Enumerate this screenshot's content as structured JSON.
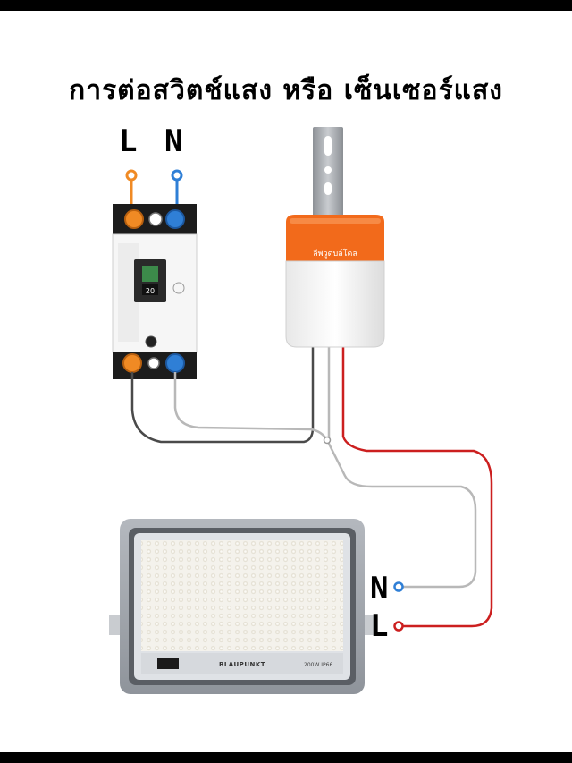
{
  "title": "การต่อสวิตช์แสง หรือ เซ็นเซอร์แสง",
  "breaker": {
    "terminal_l": "L",
    "terminal_n": "N",
    "rating": "20"
  },
  "sensor": {
    "brand": "ลีพวูดบล์โดล"
  },
  "lamp": {
    "terminal_n": "N",
    "terminal_l": "L",
    "brand": "BLAUPUNKT",
    "model": "200W IP66"
  },
  "colors": {
    "wire_live": "#cc1f1f",
    "wire_neutral": "#b8b8b8",
    "wire_dark": "#4a4a4a",
    "terminal_orange": "#f08a24",
    "terminal_blue": "#2f7fd6",
    "sensor_cap": "#f26a1b",
    "lamp_frame": "#9aa0a8"
  }
}
